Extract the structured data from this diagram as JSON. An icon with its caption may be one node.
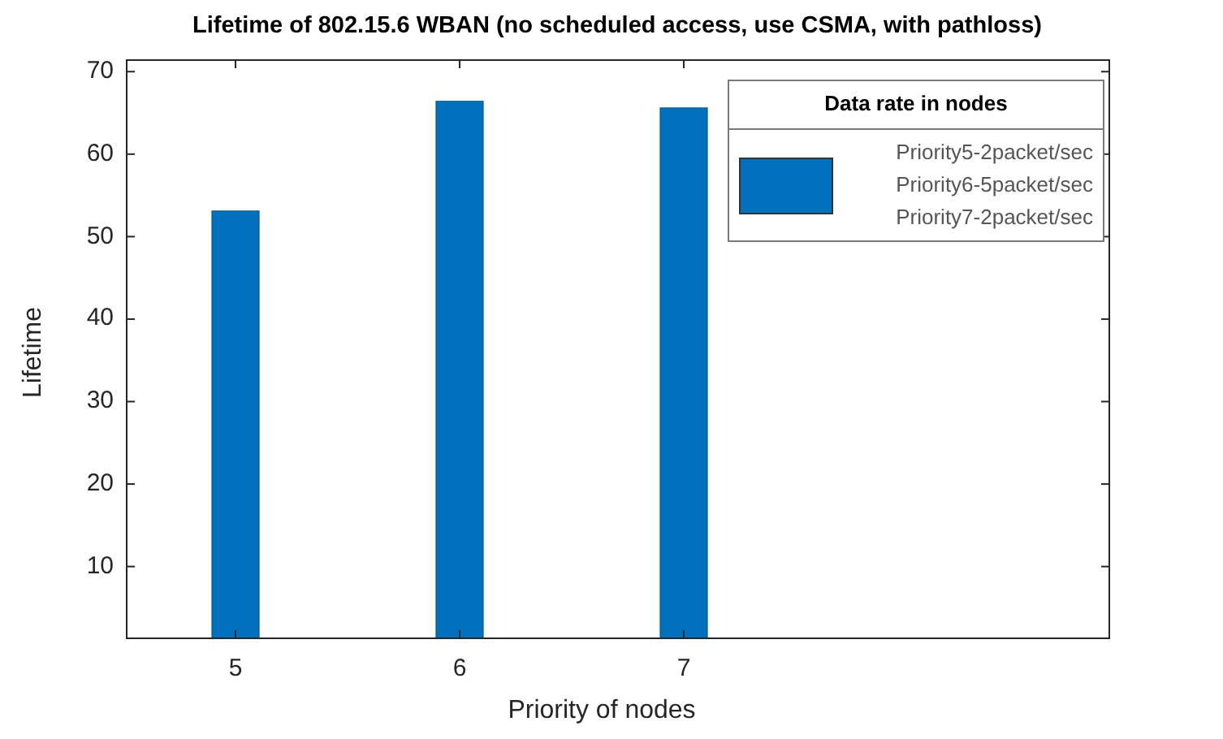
{
  "diagram": {
    "title": "Lifetime of 802.15.6 WBAN (no scheduled access, use CSMA, with pathloss)",
    "labels": [
      "Data rate in nodes"
    ],
    "legend": [
      {
        "text": "Priority5-2packet/sec Priority6-5packet/sec Priority7-2packet/sec",
        "color": "#0072bd"
      }
    ],
    "chart_data": {
      "type": "bar",
      "xlabel": "Priority of nodes",
      "ylabel": "Lifetime",
      "categories": [
        "5",
        "6",
        "7"
      ],
      "series": [
        {
          "color": "#0072bd",
          "values": [
            53.1,
            66.4,
            65.6
          ]
        }
      ],
      "ylim": [
        1.3,
        71.4
      ],
      "yticks": [
        10,
        20,
        30,
        40,
        50,
        60,
        70
      ]
    }
  }
}
